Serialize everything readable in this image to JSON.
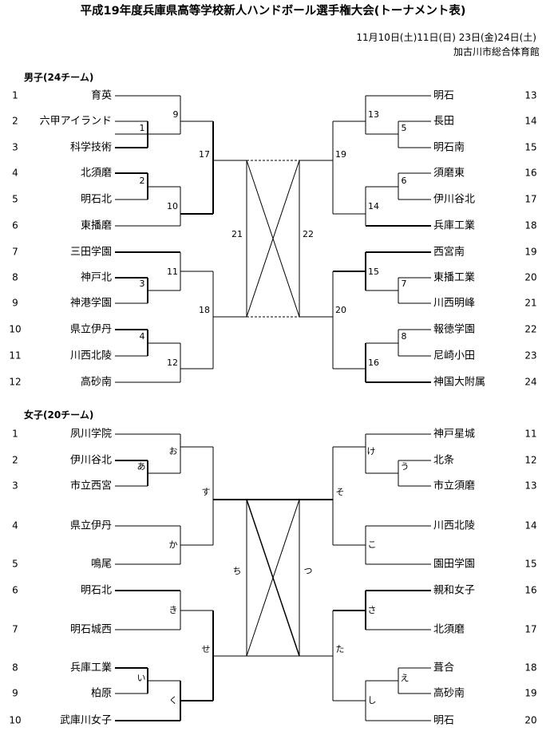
{
  "title": "平成19年度兵庫県高等学校新人ハンドボール選手権大会(トーナメント表)",
  "dates": "11月10日(土)11日(日) 23日(金)24日(土)",
  "venue": "加古川市総合体育館",
  "boys": {
    "heading": "男子(24チーム)",
    "left": [
      {
        "seed": "1",
        "team": "育英"
      },
      {
        "seed": "2",
        "team": "六甲アイランド"
      },
      {
        "seed": "3",
        "team": "科学技術"
      },
      {
        "seed": "4",
        "team": "北須磨"
      },
      {
        "seed": "5",
        "team": "明石北"
      },
      {
        "seed": "6",
        "team": "東播磨"
      },
      {
        "seed": "7",
        "team": "三田学園"
      },
      {
        "seed": "8",
        "team": "神戸北"
      },
      {
        "seed": "9",
        "team": "神港学園"
      },
      {
        "seed": "10",
        "team": "県立伊丹"
      },
      {
        "seed": "11",
        "team": "川西北陵"
      },
      {
        "seed": "12",
        "team": "高砂南"
      }
    ],
    "right": [
      {
        "seed": "13",
        "team": "明石"
      },
      {
        "seed": "14",
        "team": "長田"
      },
      {
        "seed": "15",
        "team": "明石南"
      },
      {
        "seed": "16",
        "team": "須磨東"
      },
      {
        "seed": "17",
        "team": "伊川谷北"
      },
      {
        "seed": "18",
        "team": "兵庫工業"
      },
      {
        "seed": "19",
        "team": "西宮南"
      },
      {
        "seed": "20",
        "team": "東播工業"
      },
      {
        "seed": "21",
        "team": "川西明峰"
      },
      {
        "seed": "22",
        "team": "報徳学園"
      },
      {
        "seed": "23",
        "team": "尼崎小田"
      },
      {
        "seed": "24",
        "team": "神国大附属"
      }
    ],
    "matches": {
      "m1": "1",
      "m2": "2",
      "m3": "3",
      "m4": "4",
      "m5": "5",
      "m6": "6",
      "m7": "7",
      "m8": "8",
      "m9": "9",
      "m10": "10",
      "m11": "11",
      "m12": "12",
      "m13": "13",
      "m14": "14",
      "m15": "15",
      "m16": "16",
      "m17": "17",
      "m18": "18",
      "m19": "19",
      "m20": "20",
      "m21": "21",
      "m22": "22"
    }
  },
  "girls": {
    "heading": "女子(20チーム)",
    "left": [
      {
        "seed": "1",
        "team": "夙川学院"
      },
      {
        "seed": "2",
        "team": "伊川谷北"
      },
      {
        "seed": "3",
        "team": "市立西宮"
      },
      {
        "seed": "4",
        "team": "県立伊丹"
      },
      {
        "seed": "5",
        "team": "鳴尾"
      },
      {
        "seed": "6",
        "team": "明石北"
      },
      {
        "seed": "7",
        "team": "明石城西"
      },
      {
        "seed": "8",
        "team": "兵庫工業"
      },
      {
        "seed": "9",
        "team": "柏原"
      },
      {
        "seed": "10",
        "team": "武庫川女子"
      }
    ],
    "right": [
      {
        "seed": "11",
        "team": "神戸星城"
      },
      {
        "seed": "12",
        "team": "北条"
      },
      {
        "seed": "13",
        "team": "市立須磨"
      },
      {
        "seed": "14",
        "team": "川西北陵"
      },
      {
        "seed": "15",
        "team": "園田学園"
      },
      {
        "seed": "16",
        "team": "親和女子"
      },
      {
        "seed": "17",
        "team": "北須磨"
      },
      {
        "seed": "18",
        "team": "葺合"
      },
      {
        "seed": "19",
        "team": "高砂南"
      },
      {
        "seed": "20",
        "team": "明石"
      }
    ],
    "matches": {
      "a": "あ",
      "i": "い",
      "u": "う",
      "e": "え",
      "o": "お",
      "ka": "か",
      "ki": "き",
      "ku": "く",
      "ke": "け",
      "ko": "こ",
      "sa": "さ",
      "shi": "し",
      "su": "す",
      "se": "せ",
      "so": "そ",
      "ta": "た",
      "chi": "ち",
      "tsu": "つ"
    }
  }
}
